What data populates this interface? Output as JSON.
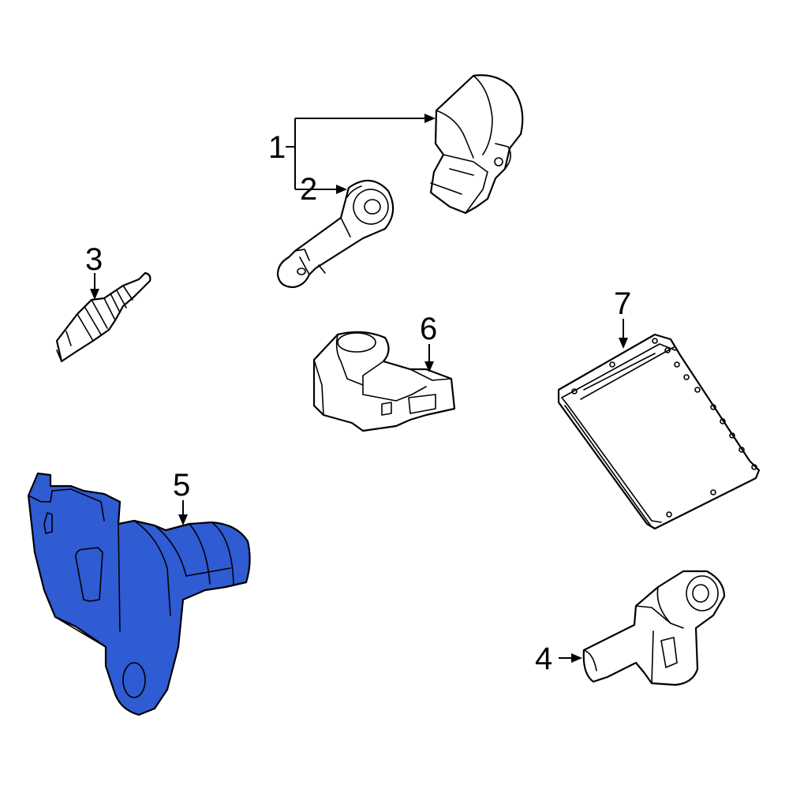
{
  "diagram": {
    "highlight_color": "#2f5bd3",
    "callouts": [
      {
        "id": "1",
        "label": "1"
      },
      {
        "id": "2",
        "label": "2"
      },
      {
        "id": "3",
        "label": "3"
      },
      {
        "id": "4",
        "label": "4"
      },
      {
        "id": "5",
        "label": "5",
        "highlighted": true
      },
      {
        "id": "6",
        "label": "6"
      },
      {
        "id": "7",
        "label": "7"
      }
    ]
  }
}
